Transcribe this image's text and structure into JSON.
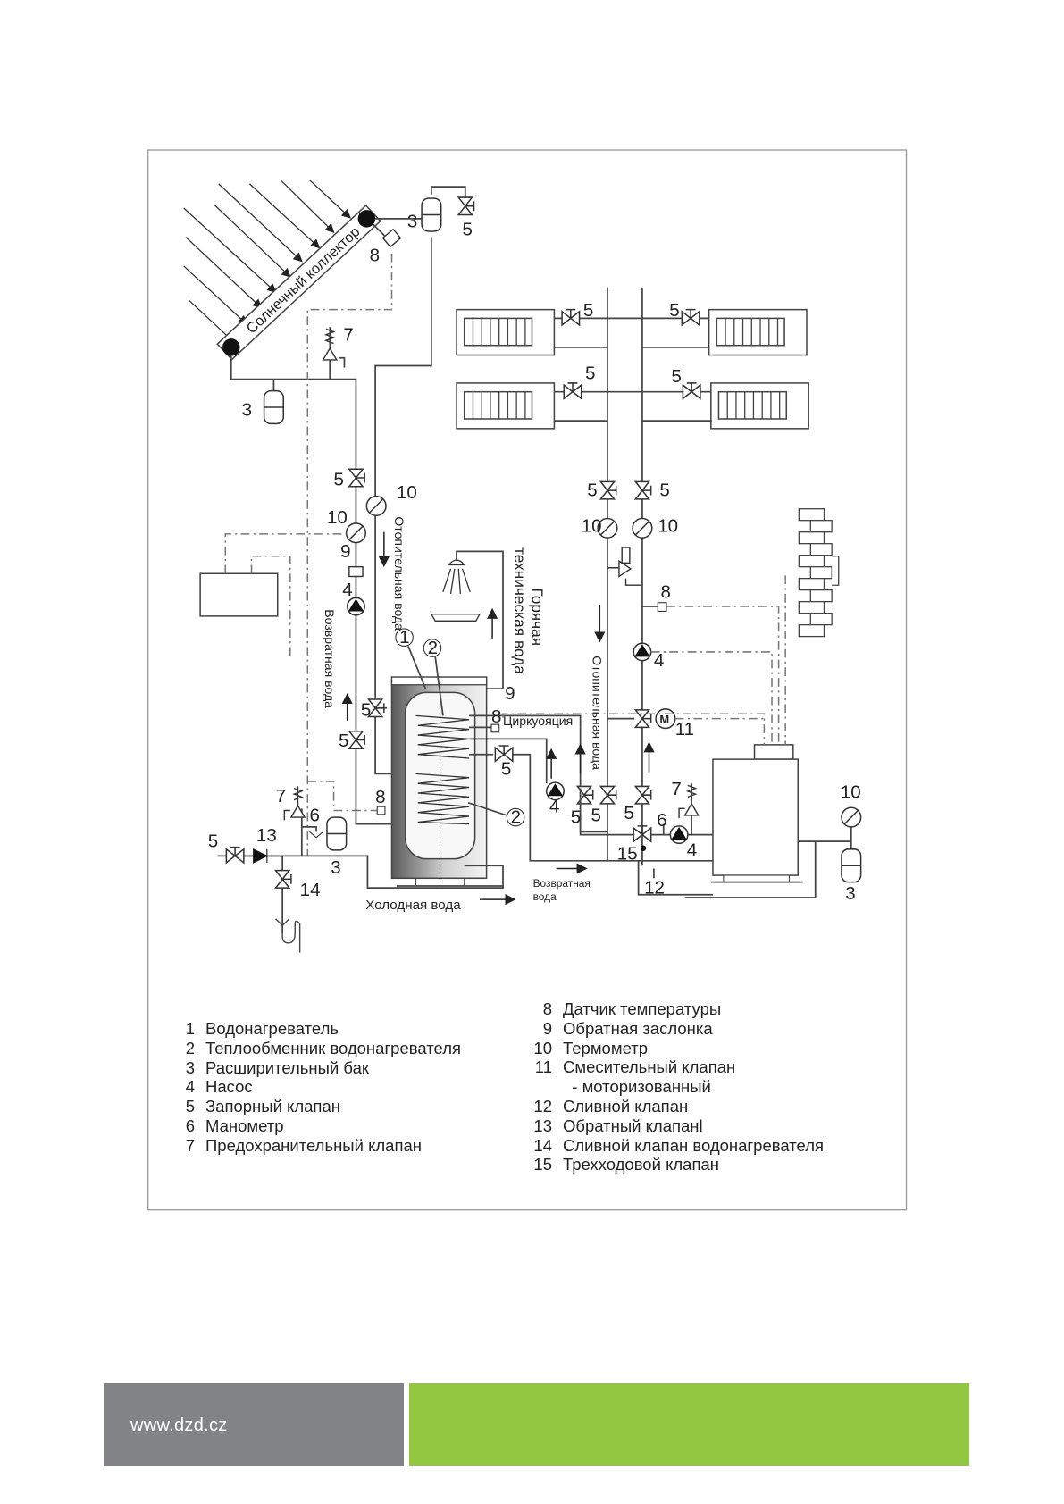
{
  "diagram": {
    "collector_label": "Солнечный коллектор",
    "heating_water_label": "Отопительная вода",
    "return_water_label": "Возвратная вода",
    "hot_water_label_1": "Горячая",
    "hot_water_label_2": "техническая вода",
    "circulation_label": "Циркуояция",
    "cold_water_label": "Холодная вода",
    "return_water_bottom_1": "Возвратная",
    "return_water_bottom_2": "вода",
    "motor_label": "M",
    "numbers": [
      "3",
      "5",
      "8",
      "7",
      "3",
      "5",
      "10",
      "10",
      "9",
      "4",
      "5",
      "5",
      "1",
      "2",
      "9",
      "8",
      "5",
      "4",
      "2",
      "8",
      "7",
      "6",
      "5",
      "13",
      "3",
      "14",
      "5",
      "5",
      "5",
      "5",
      "5",
      "5",
      "10",
      "10",
      "8",
      "4",
      "11",
      "7",
      "5",
      "5",
      "5",
      "6",
      "15",
      "4",
      "12",
      "10",
      "3"
    ]
  },
  "legend": {
    "left": [
      {
        "num": "1",
        "text": "Водонагреватель"
      },
      {
        "num": "2",
        "text": "Теплообменник водонагревателя"
      },
      {
        "num": "3",
        "text": "Расширительный бак"
      },
      {
        "num": "4",
        "text": "Насос"
      },
      {
        "num": "5",
        "text": "Запорный клапан"
      },
      {
        "num": "6",
        "text": "Манометр"
      },
      {
        "num": "7",
        "text": "Предохранительный клапан"
      }
    ],
    "right": [
      {
        "num": "8",
        "text": "Датчик температуры"
      },
      {
        "num": "9",
        "text": "Обратная заслонка"
      },
      {
        "num": "10",
        "text": "Термометр"
      },
      {
        "num": "11",
        "text": "Смесительный клапан"
      },
      {
        "num": "",
        "text": "  - моторизованный"
      },
      {
        "num": "12",
        "text": "Сливной клапан"
      },
      {
        "num": "13",
        "text": "Обратный клапанl"
      },
      {
        "num": "14",
        "text": "Сливной клапан водонагревателя"
      },
      {
        "num": "15",
        "text": "Трехходовой клапан"
      }
    ]
  },
  "footer": {
    "url": "www.dzd.cz",
    "gray_color": "#828387",
    "green_color": "#93c741"
  }
}
